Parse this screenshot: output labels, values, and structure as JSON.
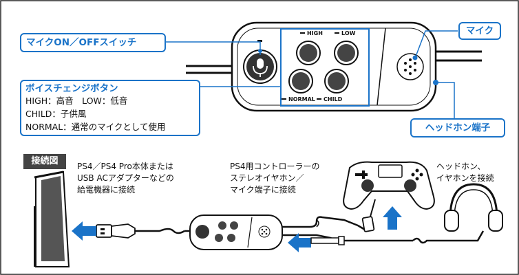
{
  "callouts": {
    "mic_switch": "マイクON／OFFスイッチ",
    "mic": "マイク",
    "voice_change": {
      "title": "ボイスチェンジボタン",
      "lines": [
        "HIGH：高音　LOW：低音",
        "CHILD：子供風",
        "NORMAL：通常のマイクとして使用"
      ]
    },
    "headphone_jack": "ヘッドホン端子"
  },
  "buttons": {
    "high": "HIGH",
    "low": "LOW",
    "normal": "NORMAL",
    "child": "CHILD"
  },
  "connection": {
    "heading": "接続図",
    "ps4": [
      "PS4／PS4 Pro本体または",
      "USB ACアダプターなどの",
      "給電機器に接続"
    ],
    "controller": [
      "PS4用コントローラーの",
      "ステレオイヤホン／",
      "マイク端子に接続"
    ],
    "headphones": [
      "ヘッドホン、",
      "イヤホンを接続"
    ]
  },
  "colors": {
    "accent": "#1a73c8",
    "line": "#111111"
  }
}
